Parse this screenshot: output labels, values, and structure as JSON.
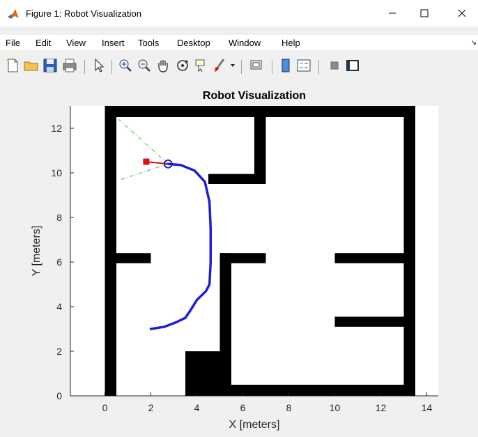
{
  "window": {
    "title": "Figure 1: Robot Visualization",
    "minimize_glyph": "—",
    "maximize_glyph": "☐",
    "close_glyph": "✕"
  },
  "menu": {
    "items": [
      {
        "label": "File"
      },
      {
        "label": "Edit"
      },
      {
        "label": "View"
      },
      {
        "label": "Insert"
      },
      {
        "label": "Tools"
      },
      {
        "label": "Desktop"
      },
      {
        "label": "Window"
      },
      {
        "label": "Help"
      }
    ],
    "overflow_arrow": "↘"
  },
  "toolbar": {
    "icons": [
      "new-figure-icon",
      "open-file-icon",
      "save-icon",
      "print-icon",
      "select-arrow-icon",
      "zoom-in-icon",
      "zoom-out-icon",
      "pan-hand-icon",
      "rotate-3d-icon",
      "data-cursor-icon",
      "brush-icon",
      "dropdown-arrow-icon",
      "link-plot-icon",
      "colorbar-icon",
      "legend-icon",
      "hide-plot-tools-icon",
      "show-plot-tools-icon"
    ]
  },
  "colors": {
    "path": "#1f1fd1",
    "heading_marker": "#e01010",
    "robot": "#1f1fd1",
    "sensor_fov": "#2ecc2e",
    "walls": "#000000"
  },
  "chart_data": {
    "type": "line",
    "title": "Robot Visualization",
    "xlabel": "X [meters]",
    "ylabel": "Y [meters]",
    "xlim": [
      -1.5,
      14.5
    ],
    "ylim": [
      0,
      13
    ],
    "xticks": [
      0,
      2,
      4,
      6,
      8,
      10,
      12,
      14
    ],
    "yticks": [
      0,
      2,
      4,
      6,
      8,
      10,
      12
    ],
    "occupancy_extent": {
      "x": [
        -1.5,
        14.5
      ],
      "y": [
        0,
        13
      ]
    },
    "obstacles": [
      {
        "x": [
          0,
          13.5
        ],
        "y": [
          12.5,
          13
        ]
      },
      {
        "x": [
          0,
          0.5
        ],
        "y": [
          0,
          13
        ]
      },
      {
        "x": [
          13,
          13.5
        ],
        "y": [
          0,
          13
        ]
      },
      {
        "x": [
          0.5,
          2
        ],
        "y": [
          5.95,
          6.4
        ]
      },
      {
        "x": [
          6.5,
          7
        ],
        "y": [
          9.5,
          13
        ]
      },
      {
        "x": [
          4.5,
          7
        ],
        "y": [
          9.5,
          9.95
        ]
      },
      {
        "x": [
          5,
          7
        ],
        "y": [
          5.95,
          6.4
        ]
      },
      {
        "x": [
          5,
          5.5
        ],
        "y": [
          0.5,
          6.4
        ]
      },
      {
        "x": [
          3.5,
          5.5
        ],
        "y": [
          0,
          2
        ]
      },
      {
        "x": [
          3.5,
          13.5
        ],
        "y": [
          0,
          0.5
        ]
      },
      {
        "x": [
          10,
          13
        ],
        "y": [
          5.95,
          6.4
        ]
      },
      {
        "x": [
          10,
          13
        ],
        "y": [
          3.1,
          3.55
        ]
      }
    ],
    "series": [
      {
        "x": [
          2.0,
          2.6,
          3.1,
          3.5,
          3.7,
          4.0,
          4.4,
          4.55,
          4.6,
          4.6,
          4.55,
          4.35,
          3.9,
          3.3,
          2.75
        ],
        "y": [
          3.0,
          3.1,
          3.3,
          3.5,
          3.8,
          4.3,
          4.7,
          5.0,
          6.0,
          7.5,
          8.7,
          9.6,
          10.1,
          10.35,
          10.4
        ]
      }
    ],
    "robot": {
      "x": 2.75,
      "y": 10.4
    },
    "heading_marker": {
      "x": 1.8,
      "y": 10.5
    },
    "sensor_fov_lines": [
      {
        "x": [
          2.75,
          0.6
        ],
        "y": [
          10.4,
          12.4
        ]
      },
      {
        "x": [
          2.75,
          0.7
        ],
        "y": [
          10.4,
          9.7
        ]
      }
    ]
  }
}
